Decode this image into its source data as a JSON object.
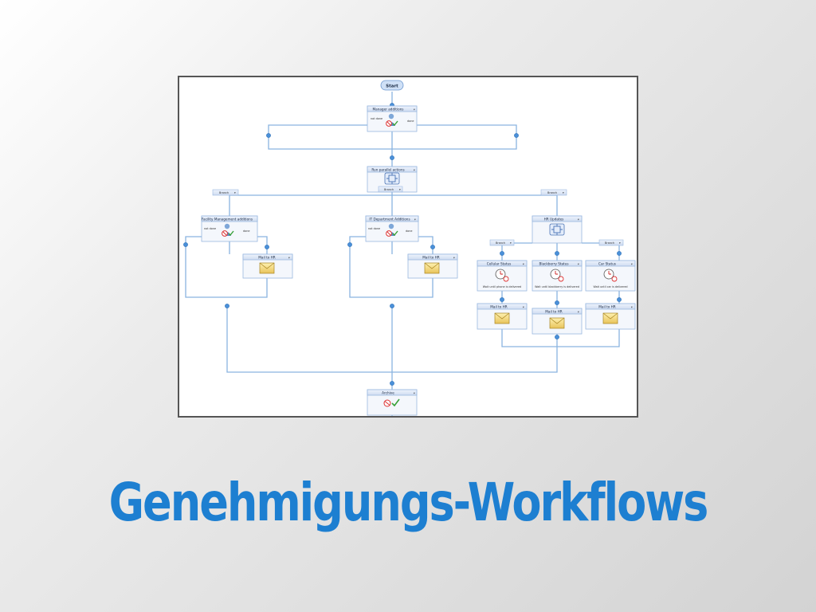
{
  "slide": {
    "title": "Genehmigungs-Workflows"
  },
  "diagram": {
    "start_label": "Start",
    "manager": {
      "title": "Manager additions",
      "left": "not done",
      "right": "done"
    },
    "parallel": {
      "title": "Run parallel actions",
      "branch": "Branch"
    },
    "branches": {
      "left": "Branch",
      "right": "Branch"
    },
    "facility": {
      "title": "Facility Management additions",
      "left": "not done",
      "right": "done"
    },
    "it": {
      "title": "IT Department Additions",
      "left": "not done",
      "right": "done"
    },
    "hr": {
      "title": "HR Updates",
      "branch_left": "Branch",
      "branch_right": "Branch"
    },
    "mail_facility": {
      "title": "Mail to HR"
    },
    "mail_it": {
      "title": "Mail to HR"
    },
    "cellular": {
      "title": "Cellular Status",
      "status": "Wait until phone is delivered"
    },
    "blackberry": {
      "title": "Blackberry Status",
      "status": "Wait until blackberry is delivered"
    },
    "car": {
      "title": "Car Status",
      "status": "Wait until car is delivered"
    },
    "mail_hr1": {
      "title": "Mail to HR"
    },
    "mail_hr2": {
      "title": "Mail to HR"
    },
    "mail_hr3": {
      "title": "Mail to HR"
    },
    "archive": {
      "title": "Archive"
    },
    "colors": {
      "line": "#8ab4e0",
      "dot": "#4a90d9",
      "box_header": "#dfe8f7",
      "title": "#1d7fd1"
    }
  }
}
